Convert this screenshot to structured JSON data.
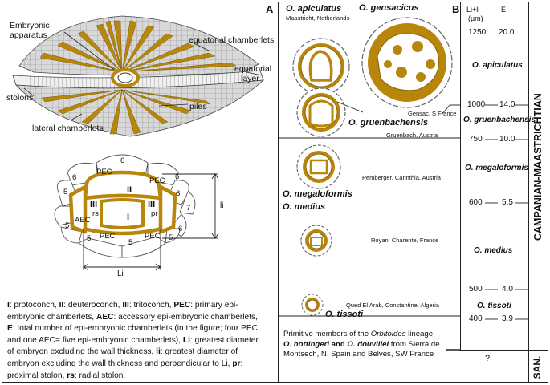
{
  "panel_a": {
    "letter": "A",
    "labels": {
      "embryonic_apparatus_1": "Embryonic",
      "embryonic_apparatus_2": "apparatus",
      "equatorial_chamberlets": "equatorial chamberlets",
      "equatorial_layer_1": "equatorial",
      "equatorial_layer_2": "layer",
      "stolons": "stolons",
      "piles": "piles",
      "lateral_chamberlets": "lateral chamberlets"
    },
    "embryon_labels": {
      "I": "I",
      "II": "II",
      "III_left": "III",
      "III_right": "III",
      "rs": "rs",
      "pr": "pr",
      "AEC": "AEC",
      "PEC_tl": "PEC",
      "PEC_tr": "PEC",
      "PEC_bl": "PEC",
      "PEC_br": "PEC",
      "n6_top": "6",
      "n6_left": "6",
      "n6_right": "6",
      "n6_right2": "6",
      "n6_bottom": "6",
      "n5_left": "5",
      "n5_bl": "5",
      "n5_bottom": "5",
      "n5_br": "5",
      "n5_mid": "5",
      "n7": "7",
      "Li": "Li",
      "li": "li"
    },
    "legend": {
      "I": "I",
      "I_text": ": protoconch, ",
      "II": "II",
      "II_text": ": deuteroconch, ",
      "III": "III",
      "III_text": ": tritoconch, ",
      "PEC": "PEC",
      "PEC_text": ": primary epi-embryonic chamberlets, ",
      "AEC": "AEC",
      "AEC_text": ": accessory epi-embryonic chamberlets, ",
      "E": "E",
      "E_text": ": total number of epi-embryonic chamberlets (in the figure; four PEC and one AEC= five epi-embryonic chamberlets), ",
      "Li": "Li",
      "Li_text": ": greatest diameter of embryon excluding the wall thickness, ",
      "li": "li",
      "li_text": ": greatest diameter of embryon excluding the wall thickness and perpendicular to Li, ",
      "pr": "pr",
      "pr_text": ": proximal stolon, ",
      "rs": "rs",
      "rs_text": ": radial stolon."
    }
  },
  "panel_b": {
    "letter": "B",
    "col_li": "Li+li",
    "col_li_unit": "(µm)",
    "col_e": "E",
    "species": {
      "apiculatus": "O. apiculatus",
      "apiculatus_loc": "Maastricht, Netherlands",
      "gensacicus": "O. gensacicus",
      "gensacicus_loc": "Gensac, S France",
      "gruenbachensis": "O. gruenbachensis",
      "gruenbachensis_loc": "Gruenbach, Austria",
      "megaloformis": "O. megaloformis",
      "megaloformis_loc": "Pemberger, Carinthia, Austria",
      "medius": "O. medius",
      "medius_loc": "Royan, Charente, France",
      "tissoti": "O. tissoti",
      "tissoti_loc": "Qued El Arab, Constantine, Algeria"
    },
    "scale": [
      {
        "li": "1250",
        "e": "20.0"
      },
      {
        "li": "1000",
        "e": "14.0"
      },
      {
        "li": "750",
        "e": "10.0"
      },
      {
        "li": "600",
        "e": "5.5"
      },
      {
        "li": "500",
        "e": "4.0"
      },
      {
        "li": "400",
        "e": "3.9"
      }
    ],
    "right_species": {
      "apiculatus": "O. apiculatus",
      "gruenbachensis": "O. gruenbachensis",
      "megaloformis": "O. megaloformis",
      "medius": "O. medius",
      "tissoti": "O. tissoti"
    },
    "question": "?",
    "stage": "CAMPANIAN-MAASTRICHTIAN",
    "stage_lower": "SAN.",
    "primitive": {
      "line1": "Primitive members of the ",
      "orbitoides": "Orbitoides",
      "line1_end": " lineage",
      "hottingeri": "O. hottingeri",
      "and": " and ",
      "douvillei": "O. douvillei",
      "rest": " from Sierra de Montsech, N. Spain and Belves, SW France"
    }
  },
  "colors": {
    "ochre": "#b8860b",
    "ochre_dark": "#8a6508",
    "grey_test": "#b8b8b8",
    "line": "#222222"
  }
}
